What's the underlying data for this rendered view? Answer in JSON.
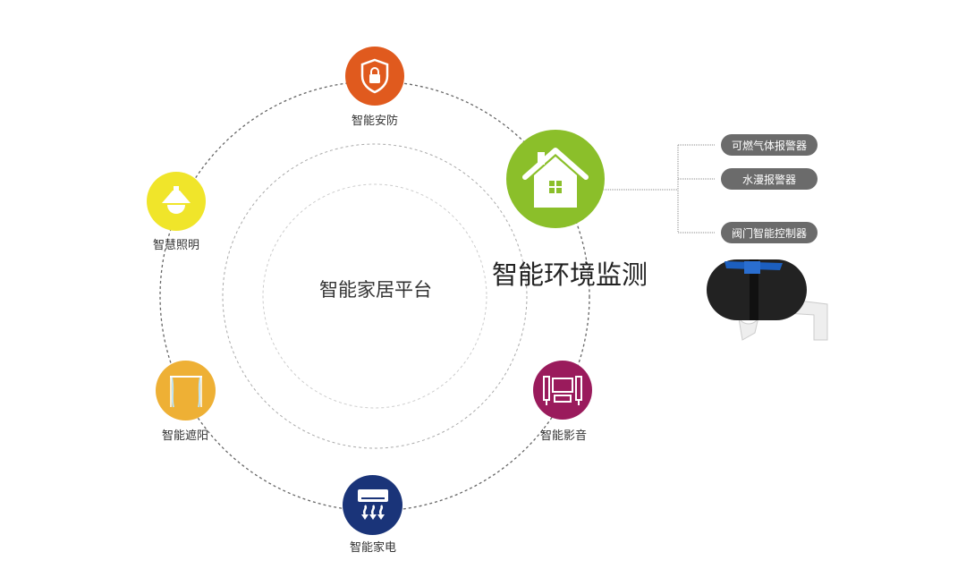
{
  "center": {
    "title": "智能家居平台"
  },
  "nodes": {
    "security": {
      "label": "智能安防",
      "color": "#e05a1e"
    },
    "lighting": {
      "label": "智慧照明",
      "color": "#f0e52a"
    },
    "shading": {
      "label": "智能遮阳",
      "color": "#eeb035"
    },
    "appliance": {
      "label": "智能家电",
      "color": "#1a3479"
    },
    "media": {
      "label": "智能影音",
      "color": "#9a1b5c"
    },
    "environment": {
      "label": "智能环境监测",
      "color": "#8bbf2a"
    }
  },
  "devices": [
    {
      "label": "可燃气体报警器"
    },
    {
      "label": "水漫报警器"
    },
    {
      "label": "阀门智能控制器"
    }
  ]
}
